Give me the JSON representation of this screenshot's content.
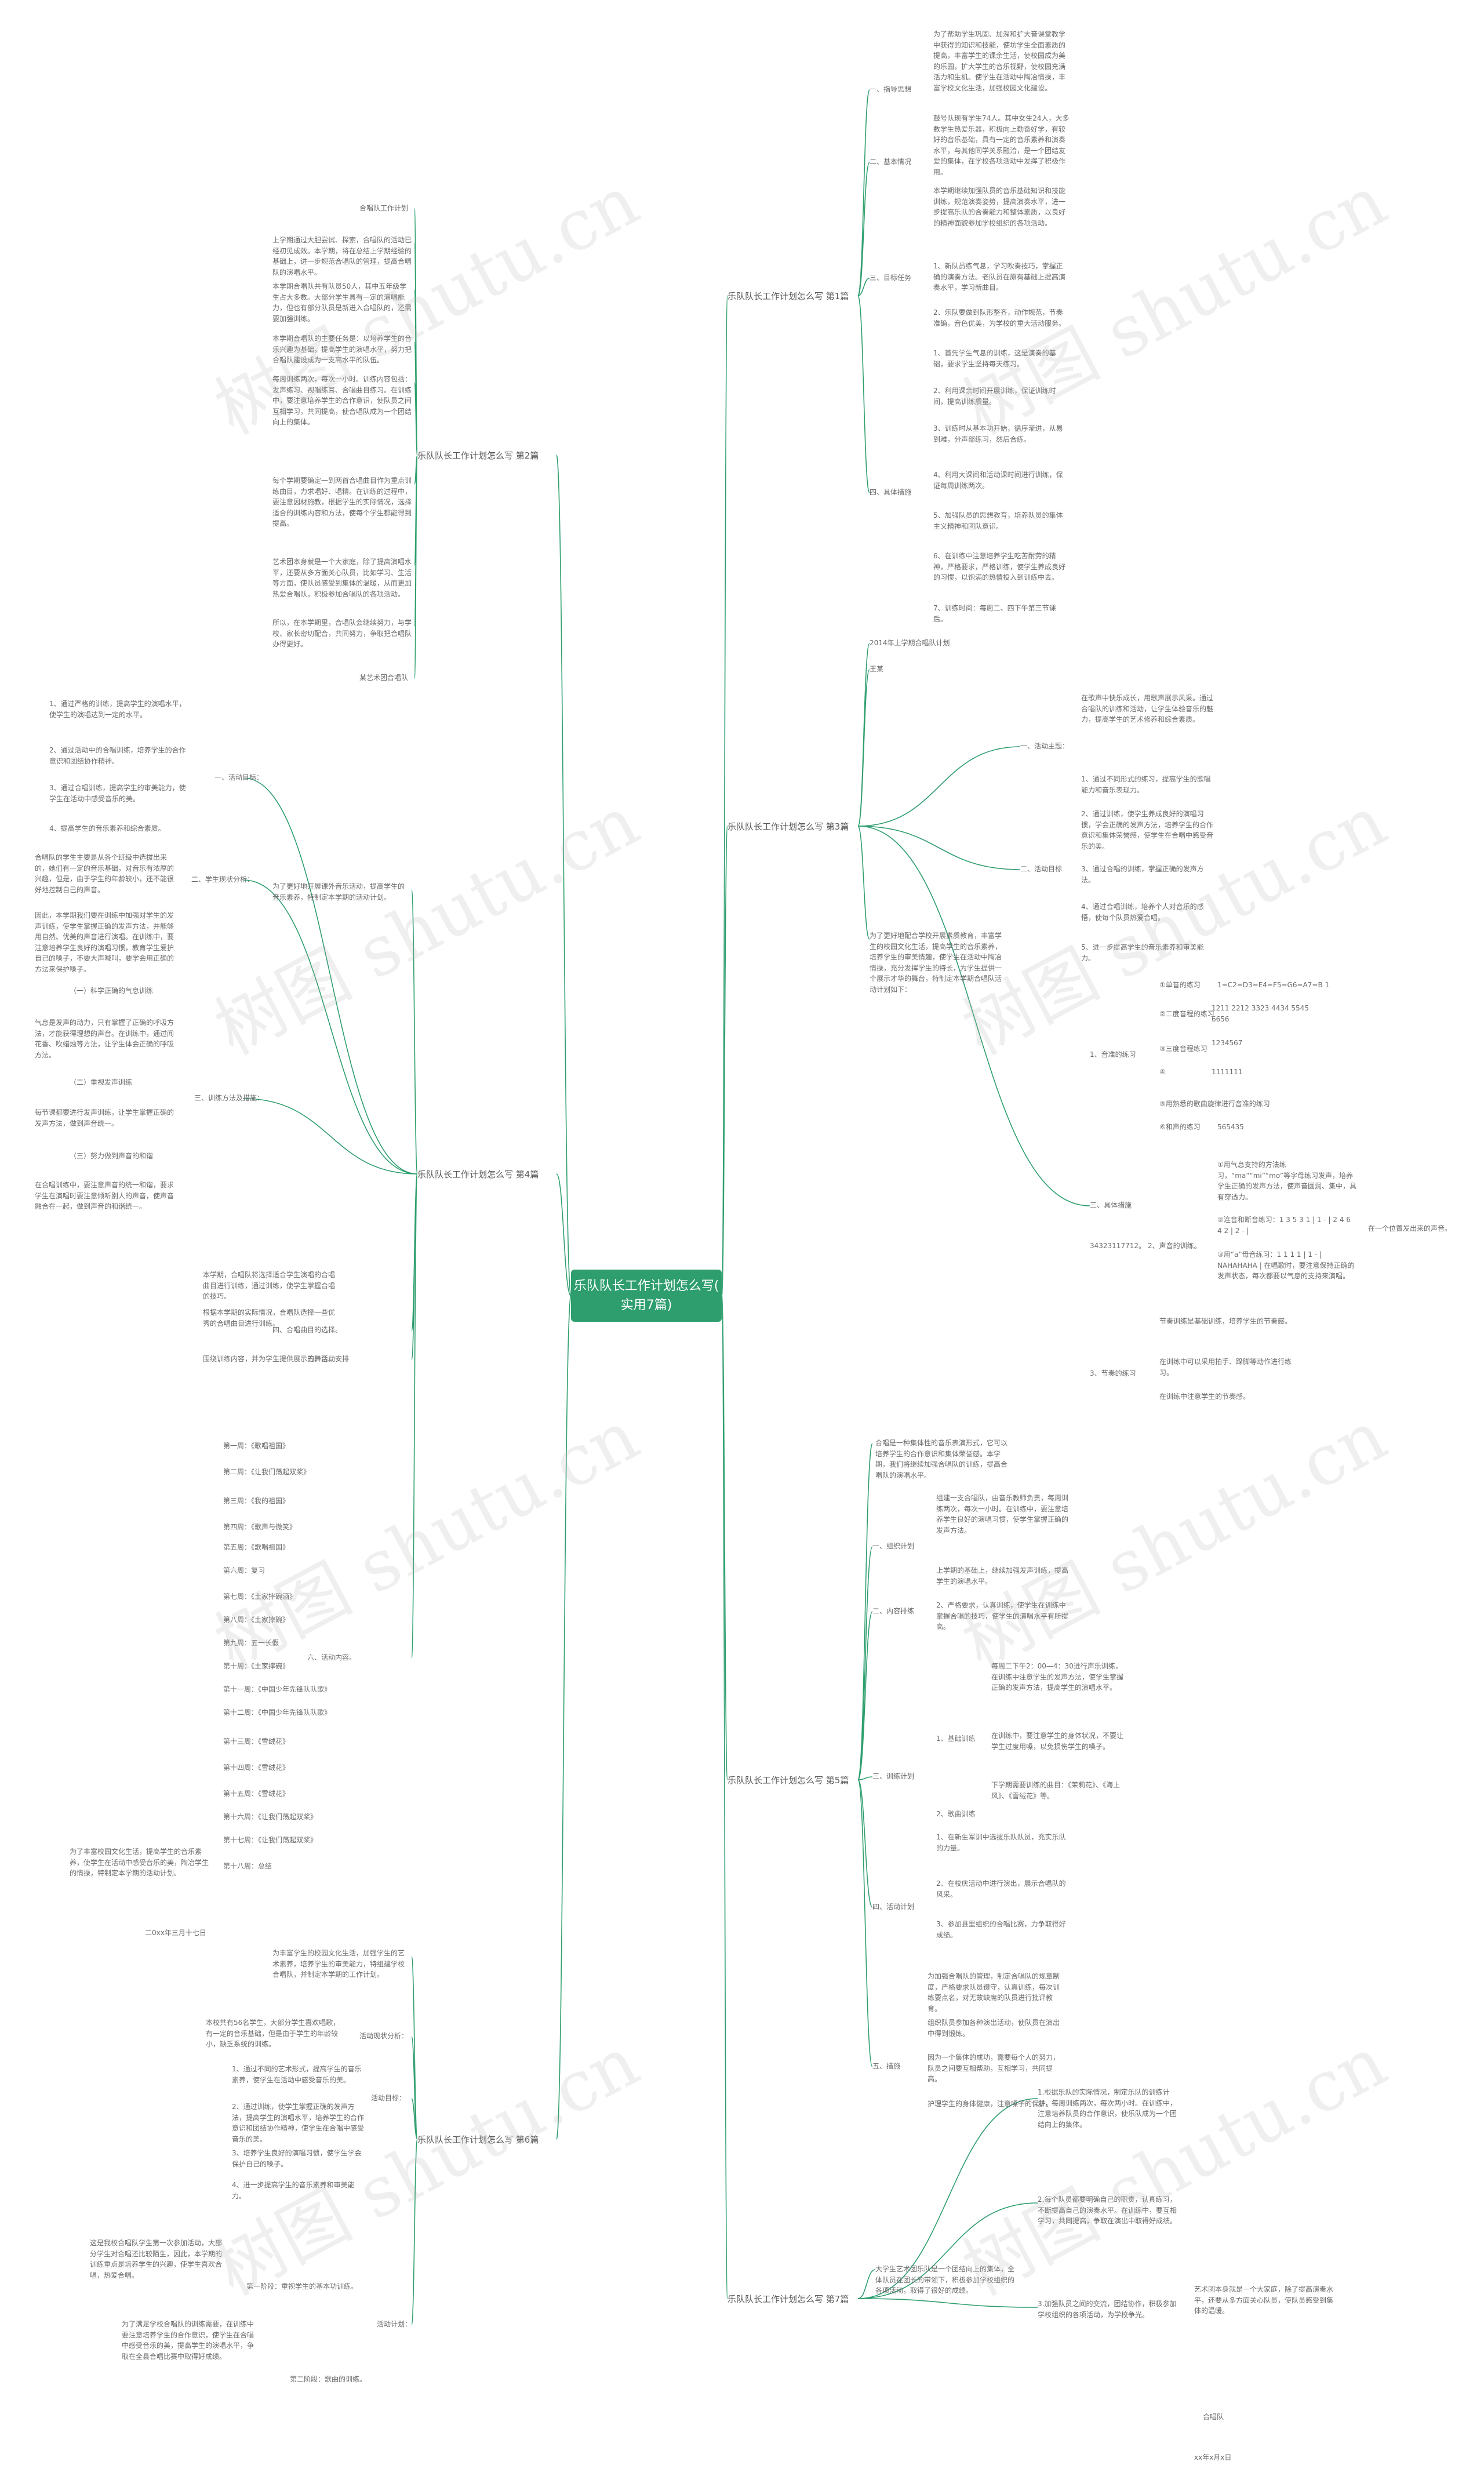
{
  "center": "乐队队长工作计划怎么写(\n实用7篇)",
  "watermark": "树图 shutu.cn",
  "branches": [
    "乐队队长工作计划怎么写 第1篇",
    "乐队队长工作计划怎么写 第2篇",
    "乐队队长工作计划怎么写 第3篇",
    "乐队队长工作计划怎么写 第4篇",
    "乐队队长工作计划怎么写 第5篇",
    "乐队队长工作计划怎么写 第6篇",
    "乐队队长工作计划怎么写 第7篇"
  ],
  "b1": {
    "sec1": "一、指导思想",
    "sec1_t": "为了帮助学生巩固、加深和扩大音课堂教学中获得的知识和技能，使坊学生全面素质的提高，丰富学生的课余生活，使校园成为美的乐园，扩大学生的音乐视野，使校园充满活力和生机。使学生在活动中陶冶情操，丰富学校文化生活，加强校园文化建设。",
    "sec2": "二、基本情况",
    "sec2_t": "鼓号队现有学生74人。其中女生24人，大多数学生热爱乐器，积极向上勤奋好学，有较好的音乐基础，具有一定的音乐素养和演奏水平，与其他同学关系融洽，是一个团结友爱的集体，在学校各项活动中发挥了积极作用。",
    "sec3": "三、目标任务",
    "sec3_a": "本学期继续加强队员的音乐基础知识和技能训练，规范演奏姿势，提高演奏水平，进一步提高乐队的合奏能力和整体素质，以良好的精神面貌参加学校组织的各项活动。",
    "sec3_b": "1、新队员练气息，学习吹奏技巧，掌握正确的演奏方法。老队员在原有基础上提高演奏水平，学习新曲目。",
    "sec3_c": "2、乐队要做到队形整齐，动作规范，节奏准确，音色优美，为学校的重大活动服务。",
    "sec4": "四、具体措施",
    "sec4_a": "1、首先学生气息的训练，这是演奏的基础，要求学生坚持每天练习。",
    "sec4_b": "2、利用课余时间开展训练，保证训练时间，提高训练质量。",
    "sec4_c": "3、训练时从基本功开始，循序渐进，从易到难，分声部练习，然后合练。",
    "sec4_d": "4、利用大课间和活动课时间进行训练，保证每周训练两次。",
    "sec4_e": "5、加强队员的思想教育，培养队员的集体主义精神和团队意识。",
    "sec4_f": "6、在训练中注意培养学生吃苦耐劳的精神，严格要求，严格训练，使学生养成良好的习惯，以饱满的热情投入到训练中去。",
    "sec4_g": "7、训练时间：每周二、四下午第三节课后。"
  },
  "b2": {
    "t0": "合唱队工作计划",
    "t1": "上学期通过大胆尝试、探索，合唱队的活动已经初见成效。本学期，将在总结上学期经验的基础上，进一步规范合唱队的管理，提高合唱队的演唱水平。",
    "t2": "本学期合唱队共有队员50人，其中五年级学生占大多数。大部分学生具有一定的演唱能力，但也有部分队员是新进入合唱队的，还需要加强训练。",
    "t3": "本学期合唱队的主要任务是：以培养学生的音乐兴趣为基础，提高学生的演唱水平，努力把合唱队建设成为一支高水平的队伍。",
    "t4": "每周训练两次，每次一小时。训练内容包括：发声练习、视唱练耳、合唱曲目练习。在训练中，要注意培养学生的合作意识，使队员之间互相学习，共同提高，使合唱队成为一个团结向上的集体。",
    "t5": "每个学期要确定一到两首合唱曲目作为重点训练曲目，力求唱好、唱精。在训练的过程中，要注意因材施教，根据学生的实际情况，选择适合的训练内容和方法，使每个学生都能得到提高。",
    "t6": "艺术团本身就是一个大家庭，除了提高演唱水平，还要从多方面关心队员，比如学习、生活等方面，使队员感受到集体的温暖，从而更加热爱合唱队，积极参加合唱队的各项活动。",
    "t7": "所以，在本学期里，合唱队会继续努力，与学校、家长密切配合，共同努力，争取把合唱队办得更好。",
    "t8": "某艺术团合唱队"
  },
  "b3": {
    "t0": "2014年上学期合唱队计划",
    "t1": "王某",
    "intro": "为了更好地配合学校开展素质教育，丰富学生的校园文化生活，提高学生的音乐素养，培养学生的审美情趣，使学生在活动中陶冶情操，充分发挥学生的特长，为学生提供一个展示才华的舞台，特制定本学期合唱队活动计划如下：",
    "sec1": "一、活动主题：",
    "sec1_t": "在歌声中快乐成长，用歌声展示风采。通过合唱队的训练和活动，让学生体验音乐的魅力，提高学生的艺术修养和综合素质。",
    "sec2": "二、活动目标",
    "sec2_a": "1、通过不同形式的练习，提高学生的歌唱能力和音乐表现力。",
    "sec2_b": "2、通过训练，使学生养成良好的演唱习惯，学会正确的发声方法，培养学生的合作意识和集体荣誉感，使学生在合唱中感受音乐的美。",
    "sec2_c": "3、通过合唱的训练，掌握正确的发声方法。",
    "sec2_d": "4、通过合唱训练，培养个人对音乐的感悟，使每个队员热爱合唱。",
    "sec2_e": "5、进一步提高学生的音乐素养和审美能力。",
    "sec3": "三、具体措施",
    "s3_1": "1、音准的练习",
    "s3_1a": "①单音的练习",
    "s3_1a_v": "1=C2=D3=E4=F5=G6=A7=B 1",
    "s3_1b": "②二度音程的练习",
    "s3_1b_v": "1211 2212 3323 4434 5545 6656",
    "s3_1c": "③三度音程练习",
    "s3_1c_v": "1234567",
    "s3_1d": "④",
    "s3_1d_v": "1111111",
    "s3_1e": "⑤用熟悉的歌曲旋律进行音准的练习",
    "s3_1f": "⑥和声的练习",
    "s3_1f_v": "565435",
    "s3_2": "2、声音的训练。",
    "s3_2_v": "34323117712。",
    "s3_2a": "①用气息支持的方法练习，“ma”“mi”“mo”等字母练习发声，培养学生正确的发声方法，使声音圆润、集中，具有穿透力。",
    "s3_2b": "②连音和断音练习：1 3 5 3 1 | 1 - | 2 4 6 4 2 | 2 - |",
    "s3_2b_x": "在一个位置发出来的声音。",
    "s3_2c": "③用“a”母音练习：1 1 1 1 | 1 - | NAHAHAHA | 在唱歌时，要注意保持正确的发声状态，每次都要以气息的支持来演唱。",
    "s3_3": "3、节奏的练习",
    "s3_3a": "节奏训练是基础训练，培养学生的节奏感。",
    "s3_3b": "在训练中可以采用拍手、跺脚等动作进行练习。",
    "s3_3c": "在训练中注意学生的节奏感。"
  },
  "b4": {
    "intro": "为了更好地开展课外音乐活动，提高学生的音乐素养，特制定本学期的活动计划。",
    "sec1": "一、活动目标：",
    "s1_a": "1、通过严格的训练，提高学生的演唱水平，使学生的演唱达到一定的水平。",
    "s1_b": "2、通过活动中的合唱训练，培养学生的合作意识和团结协作精神。",
    "s1_c": "3、通过合唱训练，提高学生的审美能力，使学生在活动中感受音乐的美。",
    "s1_d": "4、提高学生的音乐素养和综合素质。",
    "sec2": "二、学生现状分析：",
    "s2_a": "合唱队的学生主要是从各个班级中选拔出来的，她们有一定的音乐基础，对音乐有浓厚的兴趣，但是，由于学生的年龄较小，还不能很好地控制自己的声音。",
    "s2_b": "因此，本学期我们要在训练中加强对学生的发声训练，使学生掌握正确的发声方法，并能够用自然、优美的声音进行演唱。在训练中，要注意培养学生良好的演唱习惯，教育学生爱护自己的嗓子，不要大声喊叫，要学会用正确的方法来保护嗓子。",
    "sec3": "三、训练方法及措施：",
    "s3_a": "（一）科学正确的气息训练",
    "s3_a_t": "气息是发声的动力，只有掌握了正确的呼吸方法，才能获得理想的声音。在训练中，通过闻花香、吹蜡烛等方法，让学生体会正确的呼吸方法。",
    "s3_b": "（二）重视发声训练",
    "s3_b_t": "每节课都要进行发声训练，让学生掌握正确的发声方法，做到声音统一。",
    "s3_c": "（三）努力做到声音的和谐",
    "s3_c_t": "在合唱训练中，要注意声音的统一和谐，要求学生在演唱时要注意倾听别人的声音，使声音融合在一起，做到声音的和谐统一。",
    "sec4": "四、合唱曲目的选择。",
    "s4_t": "本学期，合唱队将选择适合学生演唱的合唱曲目进行训练，通过训练，使学生掌握合唱的技巧。",
    "s4_t2": "根据本学期的实际情况，合唱队选择一些优秀的合唱曲目进行训练。",
    "sec5": "五、活动安排",
    "s5_t": "围绕训练内容，并为学生提供展示的舞台。",
    "sec6": "六、活动内容。",
    "w": [
      "第一周：《歌唱祖国》",
      "第二周：《让我们荡起双桨》",
      "第三周：《我的祖国》",
      "第四周：《歌声与微笑》",
      "第五周：《歌唱祖国》",
      "第六周：复习",
      "第七周：《土家摔碗酒》",
      "第八周：《土家摔碗》",
      "第九周：五一长假",
      "第十周：《土家摔碗》",
      "第十一周：《中国少年先锋队队歌》",
      "第十二周：《中国少年先锋队队歌》",
      "第十三周：《雪绒花》",
      "第十四周：《雪绒花》",
      "第十五周：《雪绒花》",
      "第十六周：《让我们荡起双桨》",
      "第十七周：《让我们荡起双桨》",
      "第十八周：总结"
    ],
    "s6_t": "为了丰富校园文化生活，提高学生的音乐素养，使学生在活动中感受音乐的美，陶冶学生的情操，特制定本学期的活动计划。",
    "date": "二0xx年三月十七日"
  },
  "b5": {
    "intro": "合唱是一种集体性的音乐表演形式，它可以培养学生的合作意识和集体荣誉感。本学期，我们将继续加强合唱队的训练，提高合唱队的演唱水平。",
    "sec1": "一、组织计划",
    "s1_t": "组建一支合唱队，由音乐教师负责，每周训练两次，每次一小时。在训练中，要注意培养学生良好的演唱习惯，使学生掌握正确的发声方法。",
    "sec2": "二、内容排练",
    "s2_a": "上学期的基础上，继续加强发声训练，提高学生的演唱水平。",
    "s2_b": "2、严格要求，认真训练，使学生在训练中掌握合唱的技巧，使学生的演唱水平有所提高。",
    "sec3": "三、训练计划",
    "s3_1": "1、基础训练",
    "s3_1_t": "每周二下午2：00—4：30进行声乐训练，在训练中注意学生的发声方法，使学生掌握正确的发声方法，提高学生的演唱水平。",
    "s3_1_t2": "在训练中，要注意学生的身体状况，不要让学生过度用嗓，以免损伤学生的嗓子。",
    "s3_2": "2、歌曲训练",
    "s3_2_t": "下学期需要训练的曲目：《茉莉花》、《海上风》、《雪绒花》等。",
    "sec4": "四、活动计划",
    "s4_a": "1、在新生军训中选拔乐队队员，充实乐队的力量。",
    "s4_b": "2、在校庆活动中进行演出，展示合唱队的风采。",
    "s4_c": "3、参加县里组织的合唱比赛，力争取得好成绩。",
    "sec5": "五、措施",
    "s5_a": "为加强合唱队的管理，制定合唱队的规章制度，严格要求队员遵守，认真训练，每次训练要点名，对无故缺席的队员进行批评教育。",
    "s5_b": "组织队员参加各种演出活动，使队员在演出中得到锻炼。",
    "s5_c": "因为一个集体的成功，需要每个人的努力，队员之间要互相帮助，互相学习，共同提高。",
    "s5_d": "护理学生的身体健康，注意嗓子的保护。"
  },
  "b6": {
    "intro": "为丰富学生的校园文化生活，加强学生的艺术素养，培养学生的审美能力，特组建学校合唱队，并制定本学期的工作计划。",
    "sec1": "活动现状分析：",
    "s1_t": "本校共有56名学生，大部分学生喜欢唱歌，有一定的音乐基础，但是由于学生的年龄较小，缺乏系统的训练。",
    "sec2": "活动目标：",
    "s2_a": "1、通过不同的艺术形式，提高学生的音乐素养，使学生在活动中感受音乐的美。",
    "s2_b": "2、通过训练，使学生掌握正确的发声方法，提高学生的演唱水平，培养学生的合作意识和团结协作精神，使学生在合唱中感受音乐的美。",
    "s2_c": "3、培养学生良好的演唱习惯，使学生学会保护自己的嗓子。",
    "s2_d": "4、进一步提高学生的音乐素养和审美能力。",
    "sec3": "活动计划：",
    "s3_a": "这是我校合唱队学生第一次参加活动，大部分学生对合唱还比较陌生，因此，本学期的训练重点是培养学生的兴趣，使学生喜欢合唱，热爱合唱。",
    "s3_a_l": "第一阶段：重视学生的基本功训练。",
    "s3_b": "为了满足学校合唱队的训练需要，在训练中要注意培养学生的合作意识，使学生在合唱中感受音乐的美，提高学生的演唱水平，争取在全县合唱比赛中取得好成绩。",
    "s3_b_l": "第二阶段：歌曲的训练。"
  },
  "b7": {
    "intro": "大学生艺术团乐队是一个团结向上的集体，全体队员在团长的带领下，积极参加学校组织的各项活动，取得了很好的成绩。",
    "t1": "1.根据乐队的实际情况，制定乐队的训练计划，每周训练两次，每次两小时。在训练中，注意培养队员的合作意识，使乐队成为一个团结向上的集体。",
    "t2": "2.每个队员都要明确自己的职责，认真练习，不断提高自己的演奏水平。在训练中，要互相学习，共同提高，争取在演出中取得好成绩。",
    "t3": "3.加强队员之间的交流，团结协作，积极参加学校组织的各项活动，为学校争光。",
    "t4": "艺术团本身就是一个大家庭，除了提高演奏水平，还要从多方面关心队员，使队员感受到集体的温暖。",
    "sign": "合唱队",
    "date": "xx年x月x日"
  }
}
